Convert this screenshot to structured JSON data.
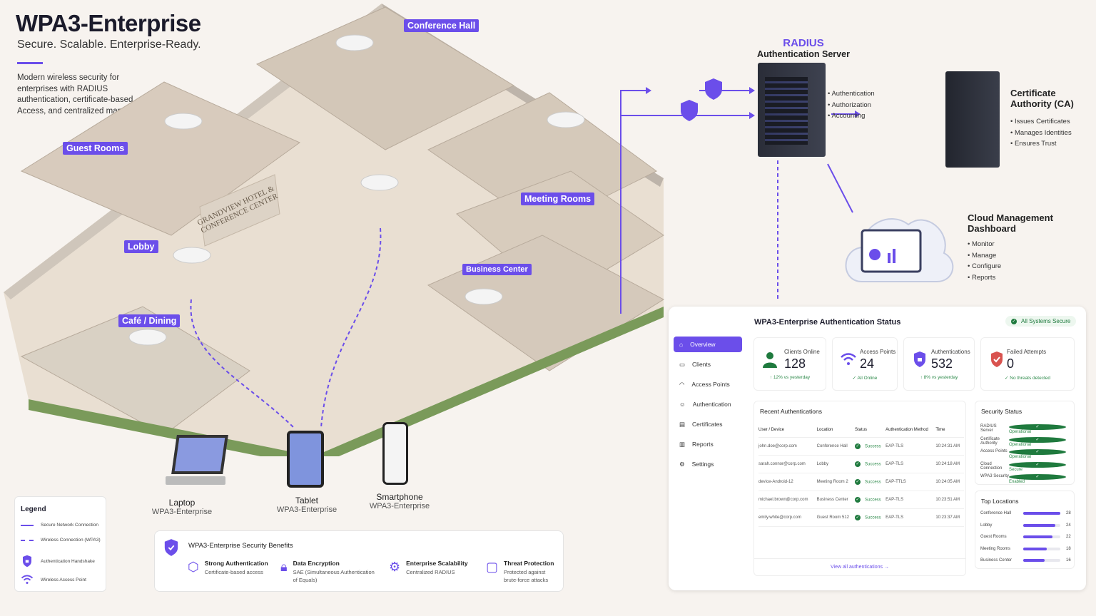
{
  "header": {
    "title": "WPA3-Enterprise",
    "subtitle": "Secure. Scalable. Enterprise-Ready.",
    "description": "Modern wireless security for enterprises with RADIUS authentication, certificate-based Access, and centralized management."
  },
  "floorplan": {
    "building_sign": "GRANDVIEW HOTEL & CONFERENCE CENTER",
    "rooms": [
      "Conference Hall",
      "Guest Rooms",
      "Lobby",
      "Meeting Rooms",
      "Business Center",
      "Café / Dining"
    ]
  },
  "devices": [
    {
      "name": "Laptop",
      "security": "WPA3-Enterprise"
    },
    {
      "name": "Tablet",
      "security": "WPA3-Enterprise"
    },
    {
      "name": "Smartphone",
      "security": "WPA3-Enterprise"
    }
  ],
  "radius": {
    "title": "RADIUS",
    "subtitle": "Authentication Server",
    "bullets": [
      "Authentication",
      "Authorization",
      "Accounting"
    ]
  },
  "ca": {
    "title": "Certificate Authority (CA)",
    "bullets": [
      "Issues Certificates",
      "Manages Identities",
      "Ensures Trust"
    ]
  },
  "cloud": {
    "title": "Cloud Management Dashboard",
    "bullets": [
      "Monitor",
      "Manage",
      "Configure",
      "Reports"
    ]
  },
  "dashboard": {
    "title": "WPA3-Enterprise Authentication Status",
    "badge": "All Systems Secure",
    "nav": [
      {
        "label": "Overview",
        "icon": "home-icon"
      },
      {
        "label": "Clients",
        "icon": "monitor-icon"
      },
      {
        "label": "Access Points",
        "icon": "wifi-icon"
      },
      {
        "label": "Authentication",
        "icon": "user-icon"
      },
      {
        "label": "Certificates",
        "icon": "certificate-icon"
      },
      {
        "label": "Reports",
        "icon": "report-icon"
      },
      {
        "label": "Settings",
        "icon": "gear-icon"
      }
    ],
    "stats": [
      {
        "label": "Clients Online",
        "value": "128",
        "sub": "↑ 12% vs yesterday"
      },
      {
        "label": "Access Points",
        "value": "24",
        "sub": "✓ All Online"
      },
      {
        "label": "Authentications",
        "value": "532",
        "sub": "↑ 8% vs yesterday"
      },
      {
        "label": "Failed Attempts",
        "value": "0",
        "sub": "✓ No threats detected"
      }
    ],
    "recent": {
      "title": "Recent Authentications",
      "columns": [
        "User / Device",
        "Location",
        "Status",
        "Authentication Method",
        "Time"
      ],
      "rows": [
        [
          "john.doe@corp.com",
          "Conference Hall",
          "Success",
          "EAP-TLS",
          "10:24:31 AM"
        ],
        [
          "sarah.connor@corp.com",
          "Lobby",
          "Success",
          "EAP-TLS",
          "10:24:18 AM"
        ],
        [
          "device-Android-12",
          "Meeting Room 2",
          "Success",
          "EAP-TTLS",
          "10:24:05 AM"
        ],
        [
          "michael.brown@corp.com",
          "Business Center",
          "Success",
          "EAP-TLS",
          "10:23:51 AM"
        ],
        [
          "emily.white@corp.com",
          "Guest Room 512",
          "Success",
          "EAP-TLS",
          "10:23:37 AM"
        ]
      ],
      "link": "View all authentications →"
    },
    "security": {
      "title": "Security Status",
      "items": [
        [
          "RADIUS Server",
          "Operational"
        ],
        [
          "Certificate Authority",
          "Operational"
        ],
        [
          "Access Points",
          "Operational"
        ],
        [
          "Cloud Connection",
          "Secure"
        ],
        [
          "WPA3 Security",
          "Enabled"
        ]
      ]
    },
    "locations": {
      "title": "Top Locations",
      "max": 28,
      "items": [
        [
          "Conference Hall",
          28
        ],
        [
          "Lobby",
          24
        ],
        [
          "Guest Rooms",
          22
        ],
        [
          "Meeting Rooms",
          18
        ],
        [
          "Business Center",
          16
        ]
      ]
    }
  },
  "legend": {
    "title": "Legend",
    "items": [
      "Secure Network Connection",
      "Wireless Connection (WPA3)",
      "Authentication Handshake",
      "Wireless Access Point"
    ]
  },
  "benefits": {
    "title": "WPA3-Enterprise Security Benefits",
    "items": [
      {
        "title": "Strong Authentication",
        "desc": "Certificate-based access"
      },
      {
        "title": "Data Encryption",
        "desc": "SAE (Simultaneous Authentication of Equals)"
      },
      {
        "title": "Enterprise Scalability",
        "desc": "Centralized RADIUS"
      },
      {
        "title": "Threat Protection",
        "desc": "Protected against brute-force attacks"
      }
    ]
  },
  "colors": {
    "accent": "#6b4eea",
    "success": "#1f7a3e",
    "danger": "#d9534f"
  }
}
